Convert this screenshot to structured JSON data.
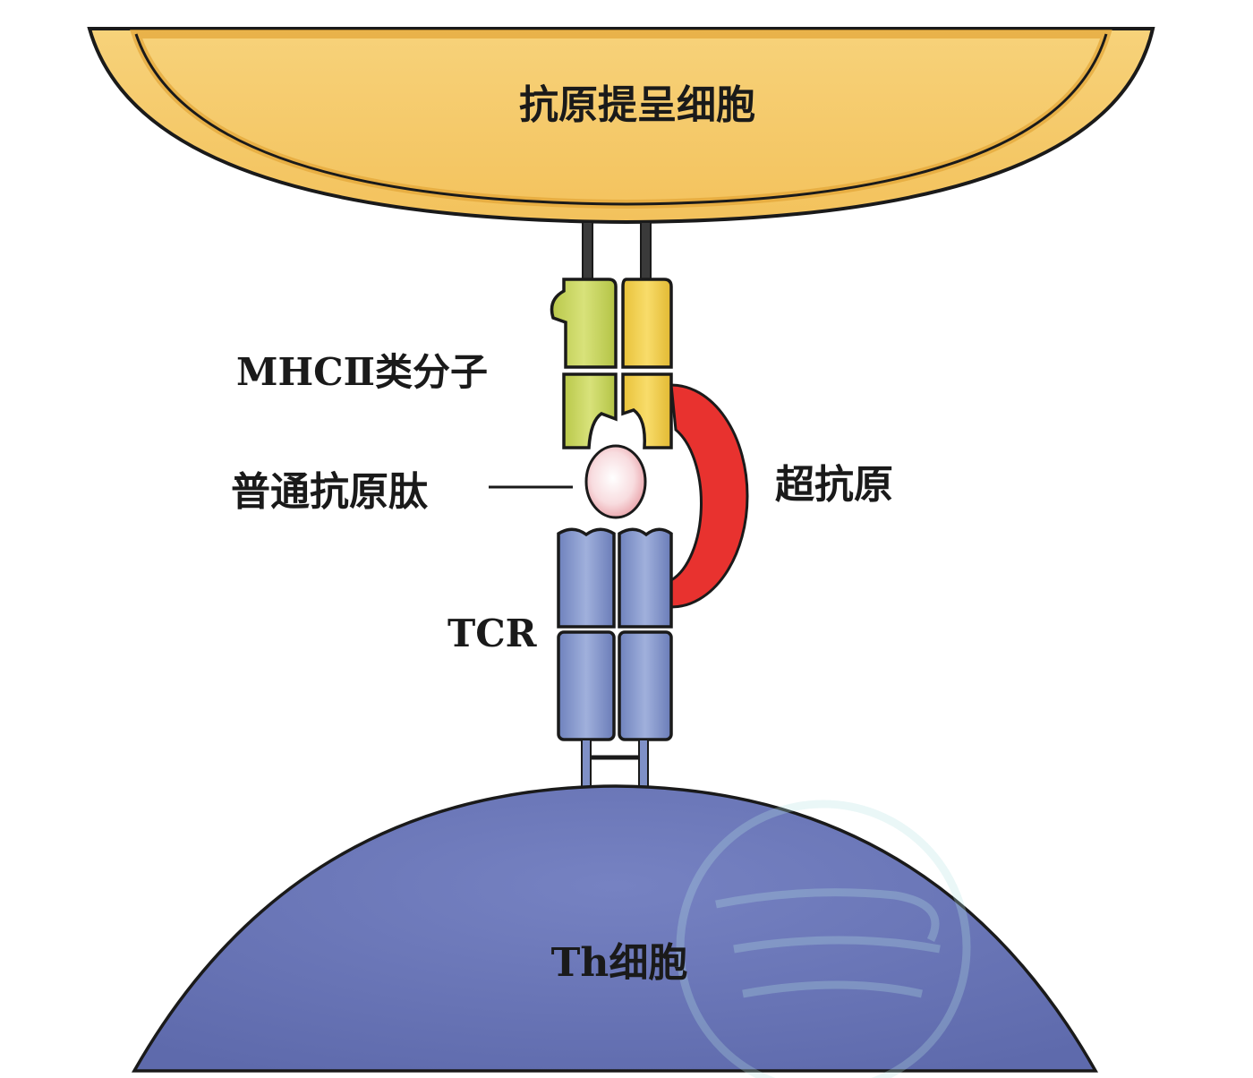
{
  "labels": {
    "apc": "抗原提呈细胞",
    "mhc": "MHCⅡ类分子",
    "peptide": "普通抗原肽",
    "superantigen": "超抗原",
    "tcr": "TCR",
    "th": "Th细胞"
  },
  "colors": {
    "apc_fill": "#f5c869",
    "apc_rim": "#e8ae3e",
    "mhc_alpha": "#c7d45a",
    "mhc_beta": "#f0cf48",
    "superantigen": "#e8322f",
    "peptide": "#f6d0d2",
    "tcr": "#8396cc",
    "th_fill": "#6b78b8",
    "outline": "#1a1a1a"
  },
  "icons": {
    "watermark": "circular-logo-icon"
  }
}
